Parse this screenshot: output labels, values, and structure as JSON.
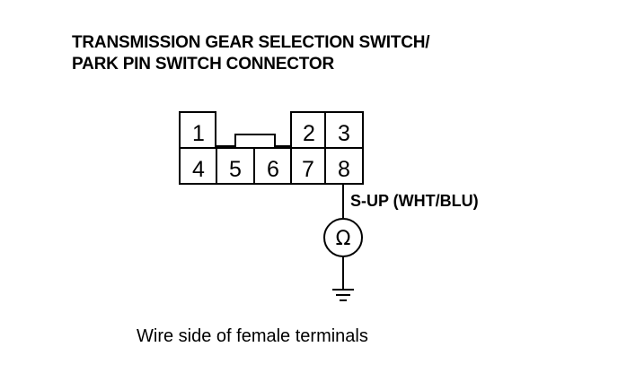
{
  "title": {
    "line1": "TRANSMISSION GEAR SELECTION SWITCH/",
    "line2": "PARK PIN SWITCH CONNECTOR"
  },
  "connector": {
    "pins": [
      "1",
      "2",
      "3",
      "4",
      "5",
      "6",
      "7",
      "8"
    ]
  },
  "wire": {
    "label": "S-UP (WHT/BLU)"
  },
  "meter": {
    "symbol": "Ω",
    "icon": "ohmmeter-icon"
  },
  "ground": {
    "icon": "ground-icon"
  },
  "caption": "Wire side of female terminals"
}
